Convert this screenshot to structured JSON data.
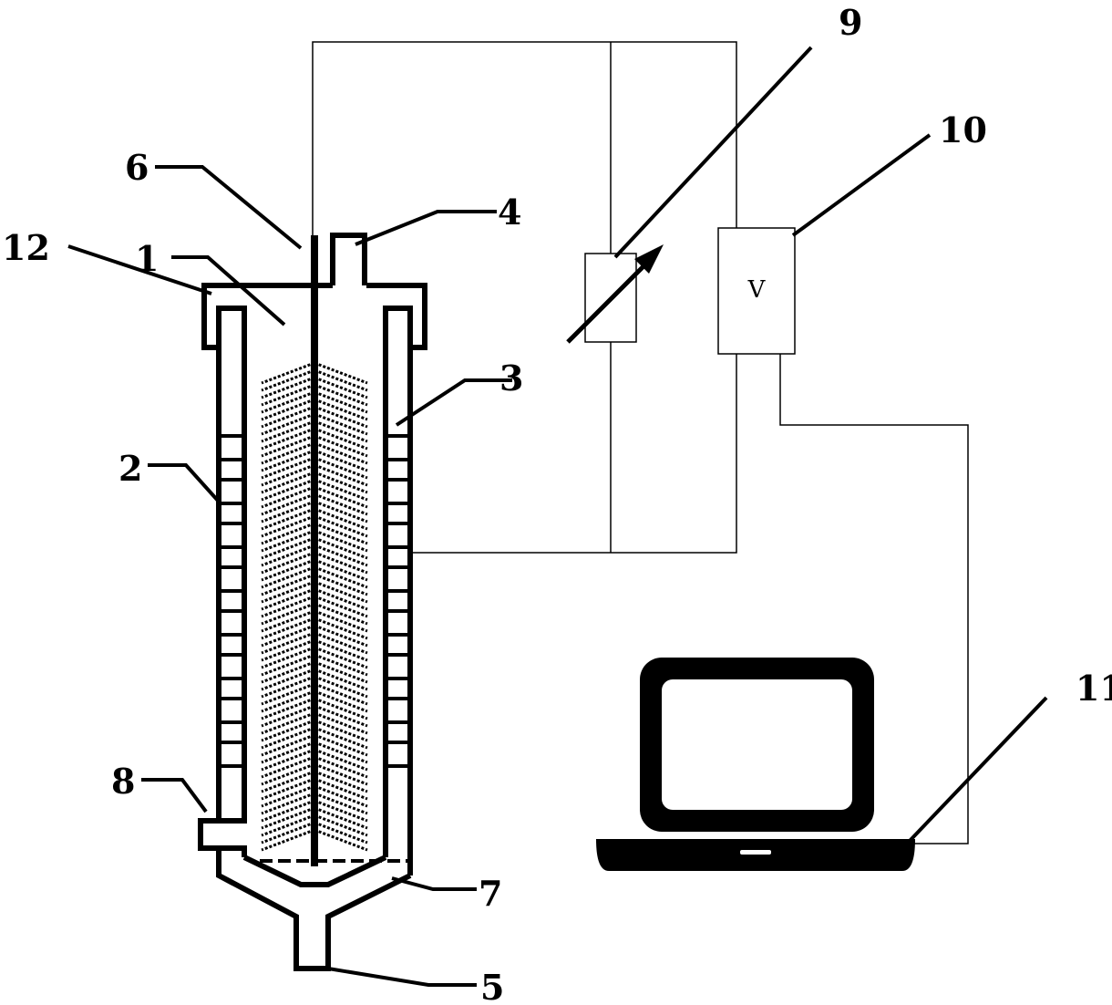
{
  "labels": {
    "l1": "1",
    "l2": "2",
    "l3": "3",
    "l4": "4",
    "l5": "5",
    "l6": "6",
    "l7": "7",
    "l8": "8",
    "l9": "9",
    "l10": "10",
    "l11": "11",
    "l12": "12"
  },
  "voltmeter": {
    "symbol": "V"
  }
}
